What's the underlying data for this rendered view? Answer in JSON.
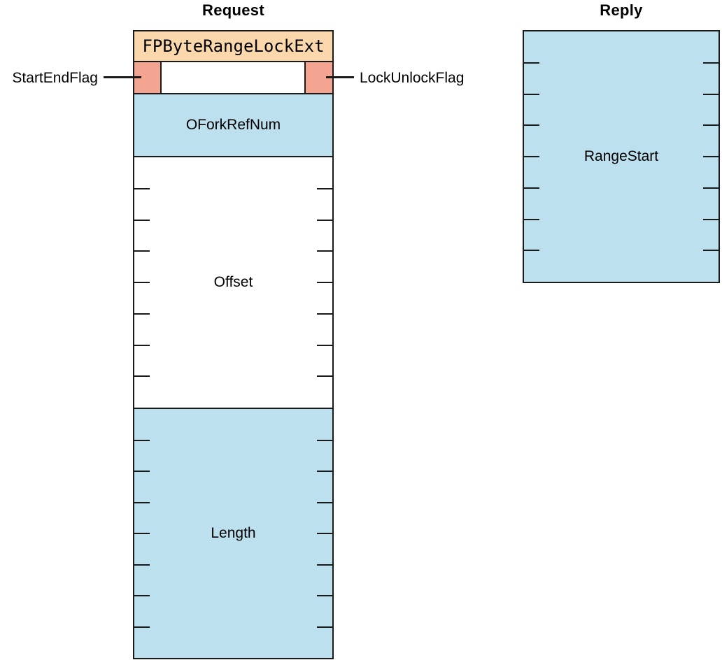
{
  "colors": {
    "background": "#FFFFFF",
    "border": "#1A1A1A",
    "command_fill": "#FAD8AC",
    "flag_fill": "#F4A591",
    "field_fill": "#BDE0EE",
    "empty_fill": "#FFFFFF",
    "text": "#000000"
  },
  "request": {
    "title": "Request",
    "command_label": "FPByteRangeLockExt",
    "flag_row": {
      "left_flag_label": "StartEndFlag",
      "right_flag_label": "LockUnlockFlag"
    },
    "fields": [
      {
        "label": "OForkRefNum",
        "fill": "blue",
        "ticks": 0
      },
      {
        "label": "Offset",
        "fill": "white",
        "ticks": 7
      },
      {
        "label": "Length",
        "fill": "blue",
        "ticks": 7
      }
    ]
  },
  "reply": {
    "title": "Reply",
    "fields": [
      {
        "label": "RangeStart",
        "fill": "blue",
        "ticks": 7
      }
    ]
  }
}
